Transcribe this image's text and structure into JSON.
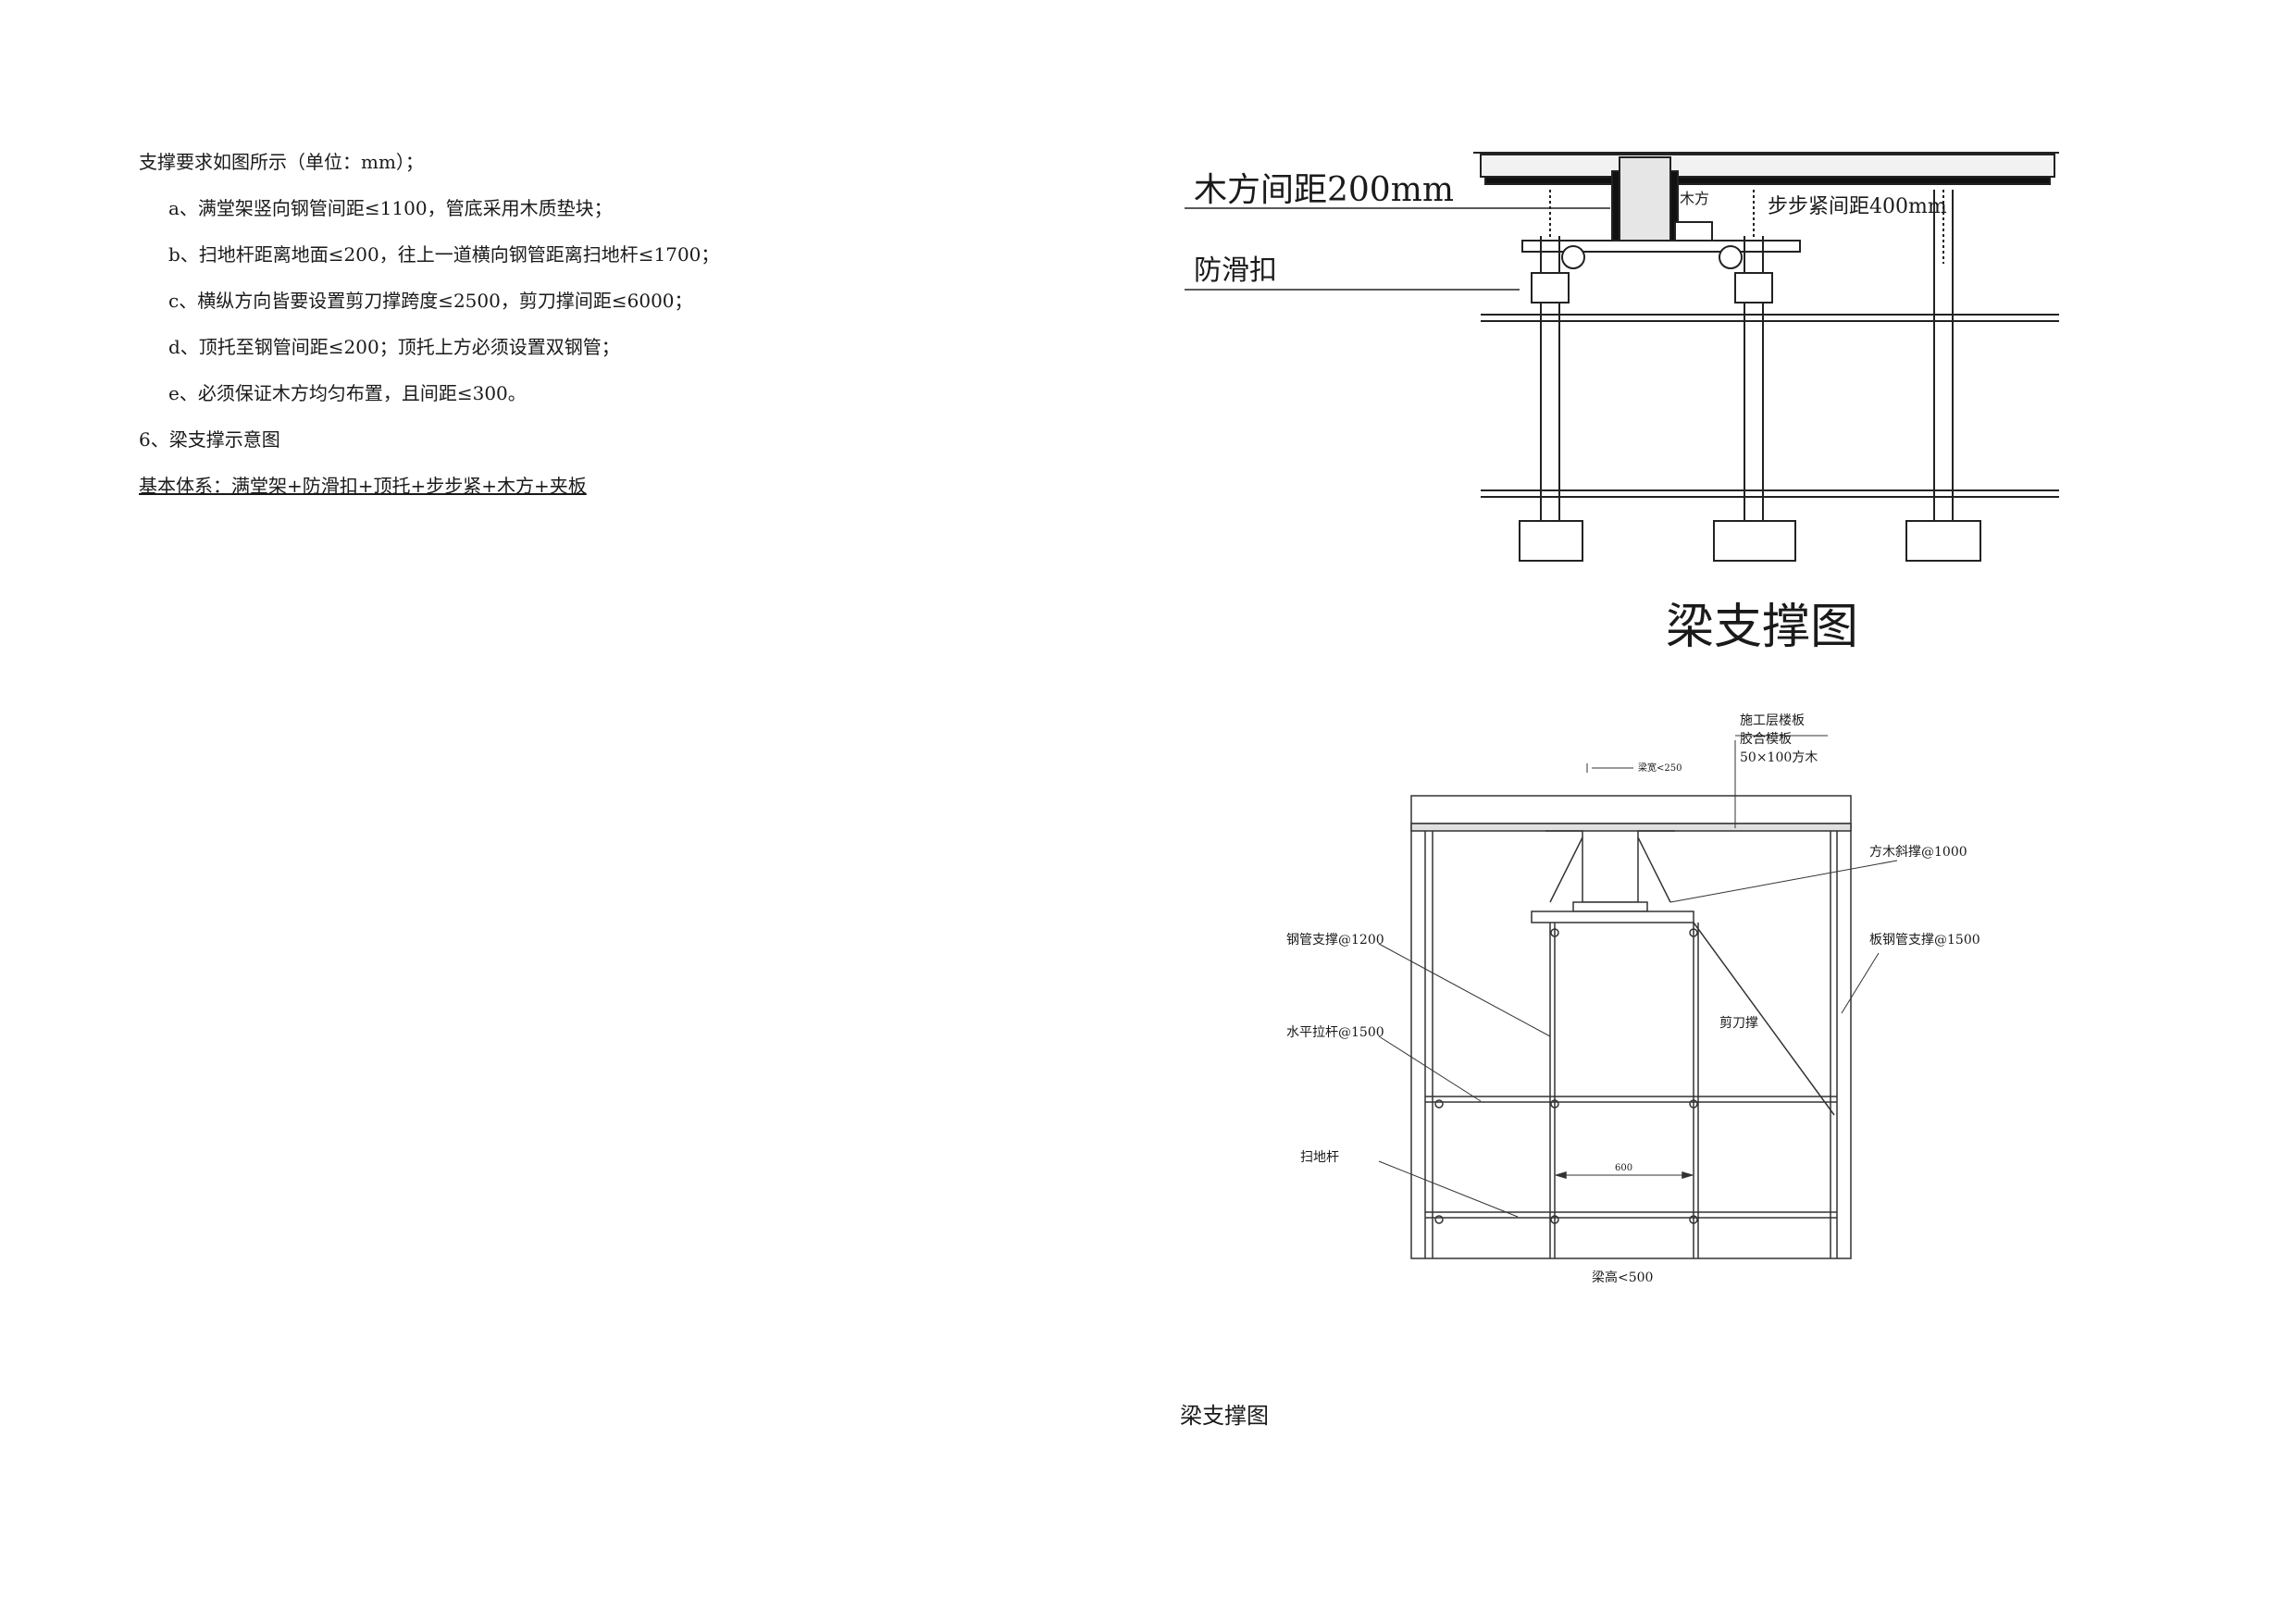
{
  "intro": "支撑要求如图所示（单位：mm）；",
  "requirements": [
    "a、满堂架竖向钢管间距≤1100，管底采用木质垫块；",
    "b、扫地杆距离地面≤200，往上一道横向钢管距离扫地杆≤1700；",
    "c、横纵方向皆要设置剪刀撑跨度≤2500，剪刀撑间距≤6000；",
    "d、顶托至钢管间距≤200；顶托上方必须设置双钢管；",
    "e、必须保证木方均匀布置，且间距≤300。"
  ],
  "section_title": "6、梁支撑示意图",
  "basic_system": "基本体系：满堂架+防滑扣+顶托+步步紧+木方+夹板",
  "fig1": {
    "label_wood_spacing": "木方间距200mm",
    "label_antislip": "防滑扣",
    "label_wood": "木方",
    "label_clamp_spacing": "步步紧间距400mm",
    "title": "梁支撑图"
  },
  "fig2": {
    "label_slab": "施工层楼板",
    "label_plywood": "胶合模板",
    "label_timber": "50×100方木",
    "label_beam_width": "梁宽<250",
    "label_brace": "方木斜撑@1000",
    "label_steel_support": "钢管支撑@1200",
    "label_slab_steel": "板钢管支撑@1500",
    "label_scissor": "剪刀撑",
    "label_horizontal": "水平拉杆@1500",
    "label_sweep": "扫地杆",
    "label_spacing": "600",
    "label_beam_height": "梁高<500"
  },
  "caption": "梁支撑图"
}
